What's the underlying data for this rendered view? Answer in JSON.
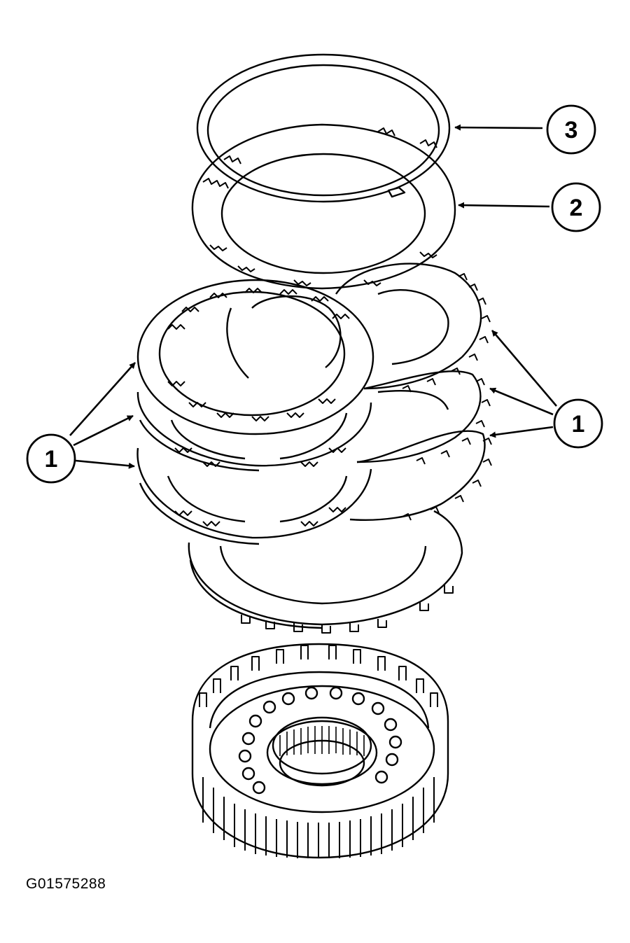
{
  "callouts": [
    {
      "id": "c3",
      "label": "3"
    },
    {
      "id": "c2",
      "label": "2"
    },
    {
      "id": "c1_left",
      "label": "1"
    },
    {
      "id": "c1_right",
      "label": "1"
    }
  ],
  "figure_id": "G01575288"
}
